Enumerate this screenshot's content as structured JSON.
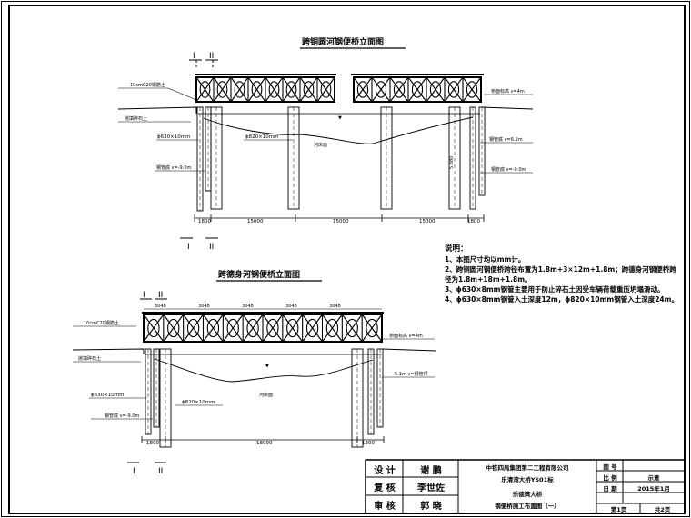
{
  "diagram": {
    "top_title": "跨铜圆河钢便桥立面图",
    "bottom_title": "跨德身河钢便桥立面图",
    "section_mark_1": "I",
    "section_mark_2": "II",
    "top_labels": {
      "deck": "10cmC20钢筋土",
      "fill": "抛填碎石土",
      "pipe_630": "ϕ630×10mm",
      "pipe_820": "ϕ820×10mm",
      "riverbed": "河床面",
      "pipe_bottom": "钢管底 v=-9.0m",
      "right_level": "桥面标高 v=4m",
      "right_pile": "钢管底 v=6.1m",
      "right_bottom": "钢管底 v=-9.0m",
      "vertical_dim": "5.880",
      "water": "▼"
    },
    "top_dims": [
      "1800",
      "15000",
      "15000",
      "15000",
      "1800"
    ],
    "bottom_labels": {
      "deck": "10cmC20钢筋土",
      "fill": "抛填碎石土",
      "pipe_630": "ϕ630×10mm",
      "pipe_820": "ϕ820×10mm",
      "riverbed": "河床面",
      "pipe_bottom": "钢管底 v=-9.0m",
      "right_level": "桥面标高 v=4m",
      "right_pile": "5.1m v=钢管顶",
      "water": "▼"
    },
    "bottom_spans": [
      "3048",
      "3048",
      "3048",
      "3048",
      "3048"
    ],
    "bottom_dims": [
      "1800",
      "18000",
      "1800"
    ]
  },
  "notes": {
    "heading": "说明：",
    "items": [
      "1、本图尺寸均以mm计。",
      "2、跨铜圆河钢便桥跨径布置为1.8m+3×12m+1.8m；跨德身河钢便桥跨径为1.8m+18m+1.8m。",
      "3、ϕ630×8mm钢管主要用于防止碎石土因受车辆荷载重压坍塌滑动。",
      "4、ϕ630×8mm钢管入土深度12m，ϕ820×10mm钢管入土深度24m。"
    ]
  },
  "title_block": {
    "design_label": "设 计",
    "design_name": "谢 鹏",
    "review_label": "复 核",
    "review_name": "李世佐",
    "approve_label": "审 核",
    "approve_name": "郭 晓",
    "company": "中铁四局集团第二工程有限公司",
    "project": "乐清湾大桥YS01标",
    "bridge": "乐德湾大桥",
    "drawing_name": "钢便桥施工布置图（一）",
    "drawing_no_label": "图 号",
    "drawing_no": "",
    "scale_label": "比 例",
    "scale": "示意",
    "date_label": "日 期",
    "date": "2015年1月",
    "sheet": "第1页",
    "total": "共2页"
  }
}
